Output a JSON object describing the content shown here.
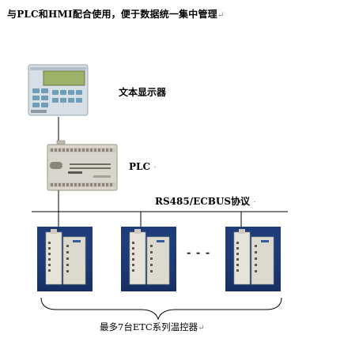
{
  "heading": "与PLC和HMI配合使用，便于数据统一集中管理",
  "paragraph_mark": "↵",
  "labels": {
    "hmi": "文本显示器",
    "plc": "PLC",
    "bus": "RS485/ECBUS协议",
    "dots": "- - -",
    "footer": "最多7台ETC系列温控器"
  },
  "label_marks": {
    "plc": "·",
    "bus": "·"
  },
  "colors": {
    "hmi_body": "#d6dee6",
    "hmi_screen": "#9fb26a",
    "hmi_keys": "#6f9fb8",
    "plc_body": "#d9d5cc",
    "controller_bg": "#1e3c78",
    "controller_body": "#e6e3da",
    "line": "#000000"
  }
}
